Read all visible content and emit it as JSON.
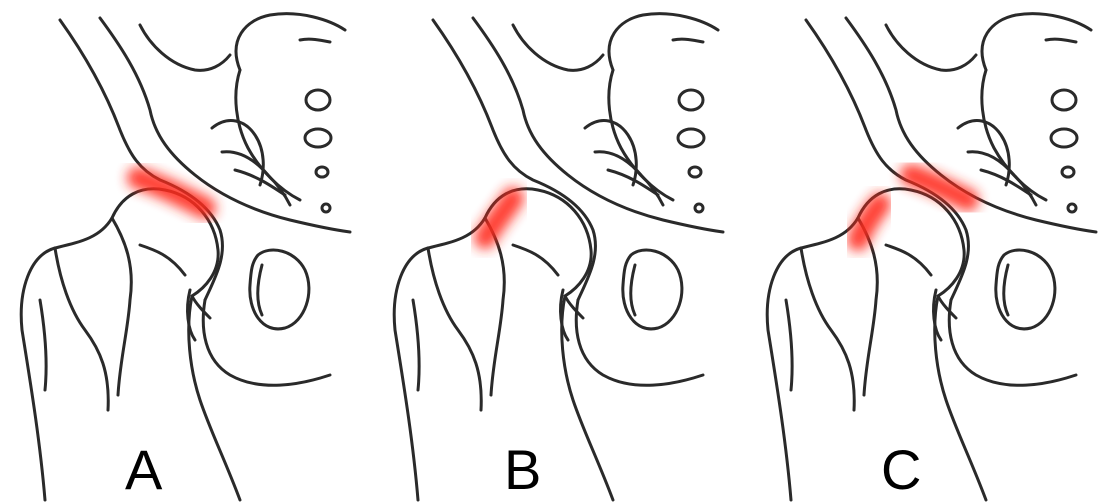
{
  "panels": [
    {
      "label": "A"
    },
    {
      "label": "B"
    },
    {
      "label": "C"
    }
  ],
  "colors": {
    "outline": "#2a2a2a",
    "highlight": "#ff2a1f",
    "background": "#ffffff"
  }
}
